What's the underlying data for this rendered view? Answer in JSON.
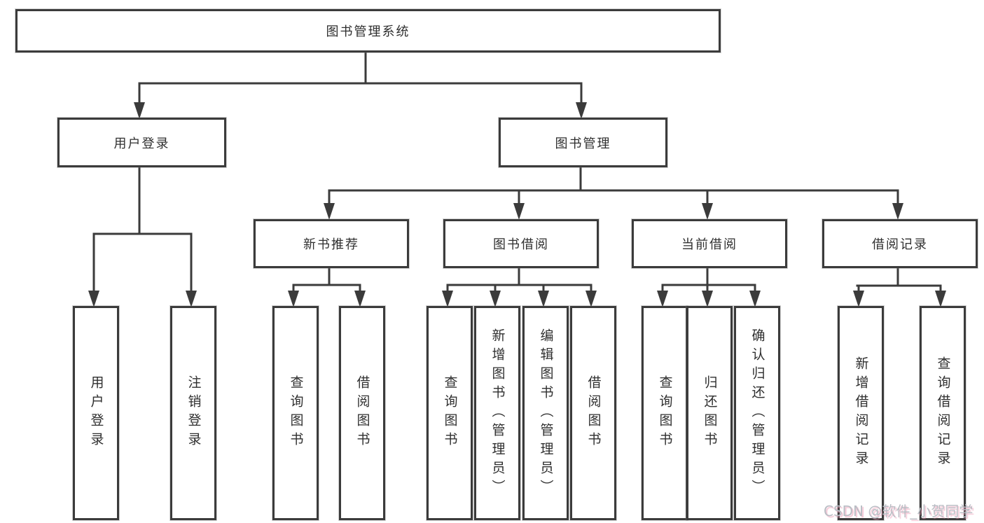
{
  "diagram": {
    "root": {
      "label": "图书管理系统"
    },
    "level2": [
      {
        "label": "用户登录"
      },
      {
        "label": "图书管理"
      }
    ],
    "level3": [
      {
        "label": "新书推荐"
      },
      {
        "label": "图书借阅"
      },
      {
        "label": "当前借阅"
      },
      {
        "label": "借阅记录"
      }
    ],
    "leaves": [
      {
        "label": "用户登录"
      },
      {
        "label": "注销登录"
      },
      {
        "label": "查询图书"
      },
      {
        "label": "借阅图书"
      },
      {
        "label": "查询图书"
      },
      {
        "label": "新增图书（管理员）"
      },
      {
        "label": "编辑图书（管理员）"
      },
      {
        "label": "借阅图书"
      },
      {
        "label": "查询图书"
      },
      {
        "label": "归还图书"
      },
      {
        "label": "确认归还（管理员）"
      },
      {
        "label": "新增借阅记录"
      },
      {
        "label": "查询借阅记录"
      }
    ],
    "watermark": "CSDN @软件_小贺同学",
    "colors": {
      "line": "#3b3b3b",
      "box_border": "#3b3b3b",
      "text": "#2f2f2f",
      "watermark": "#b9bdc4",
      "background": "#ffffff"
    }
  }
}
